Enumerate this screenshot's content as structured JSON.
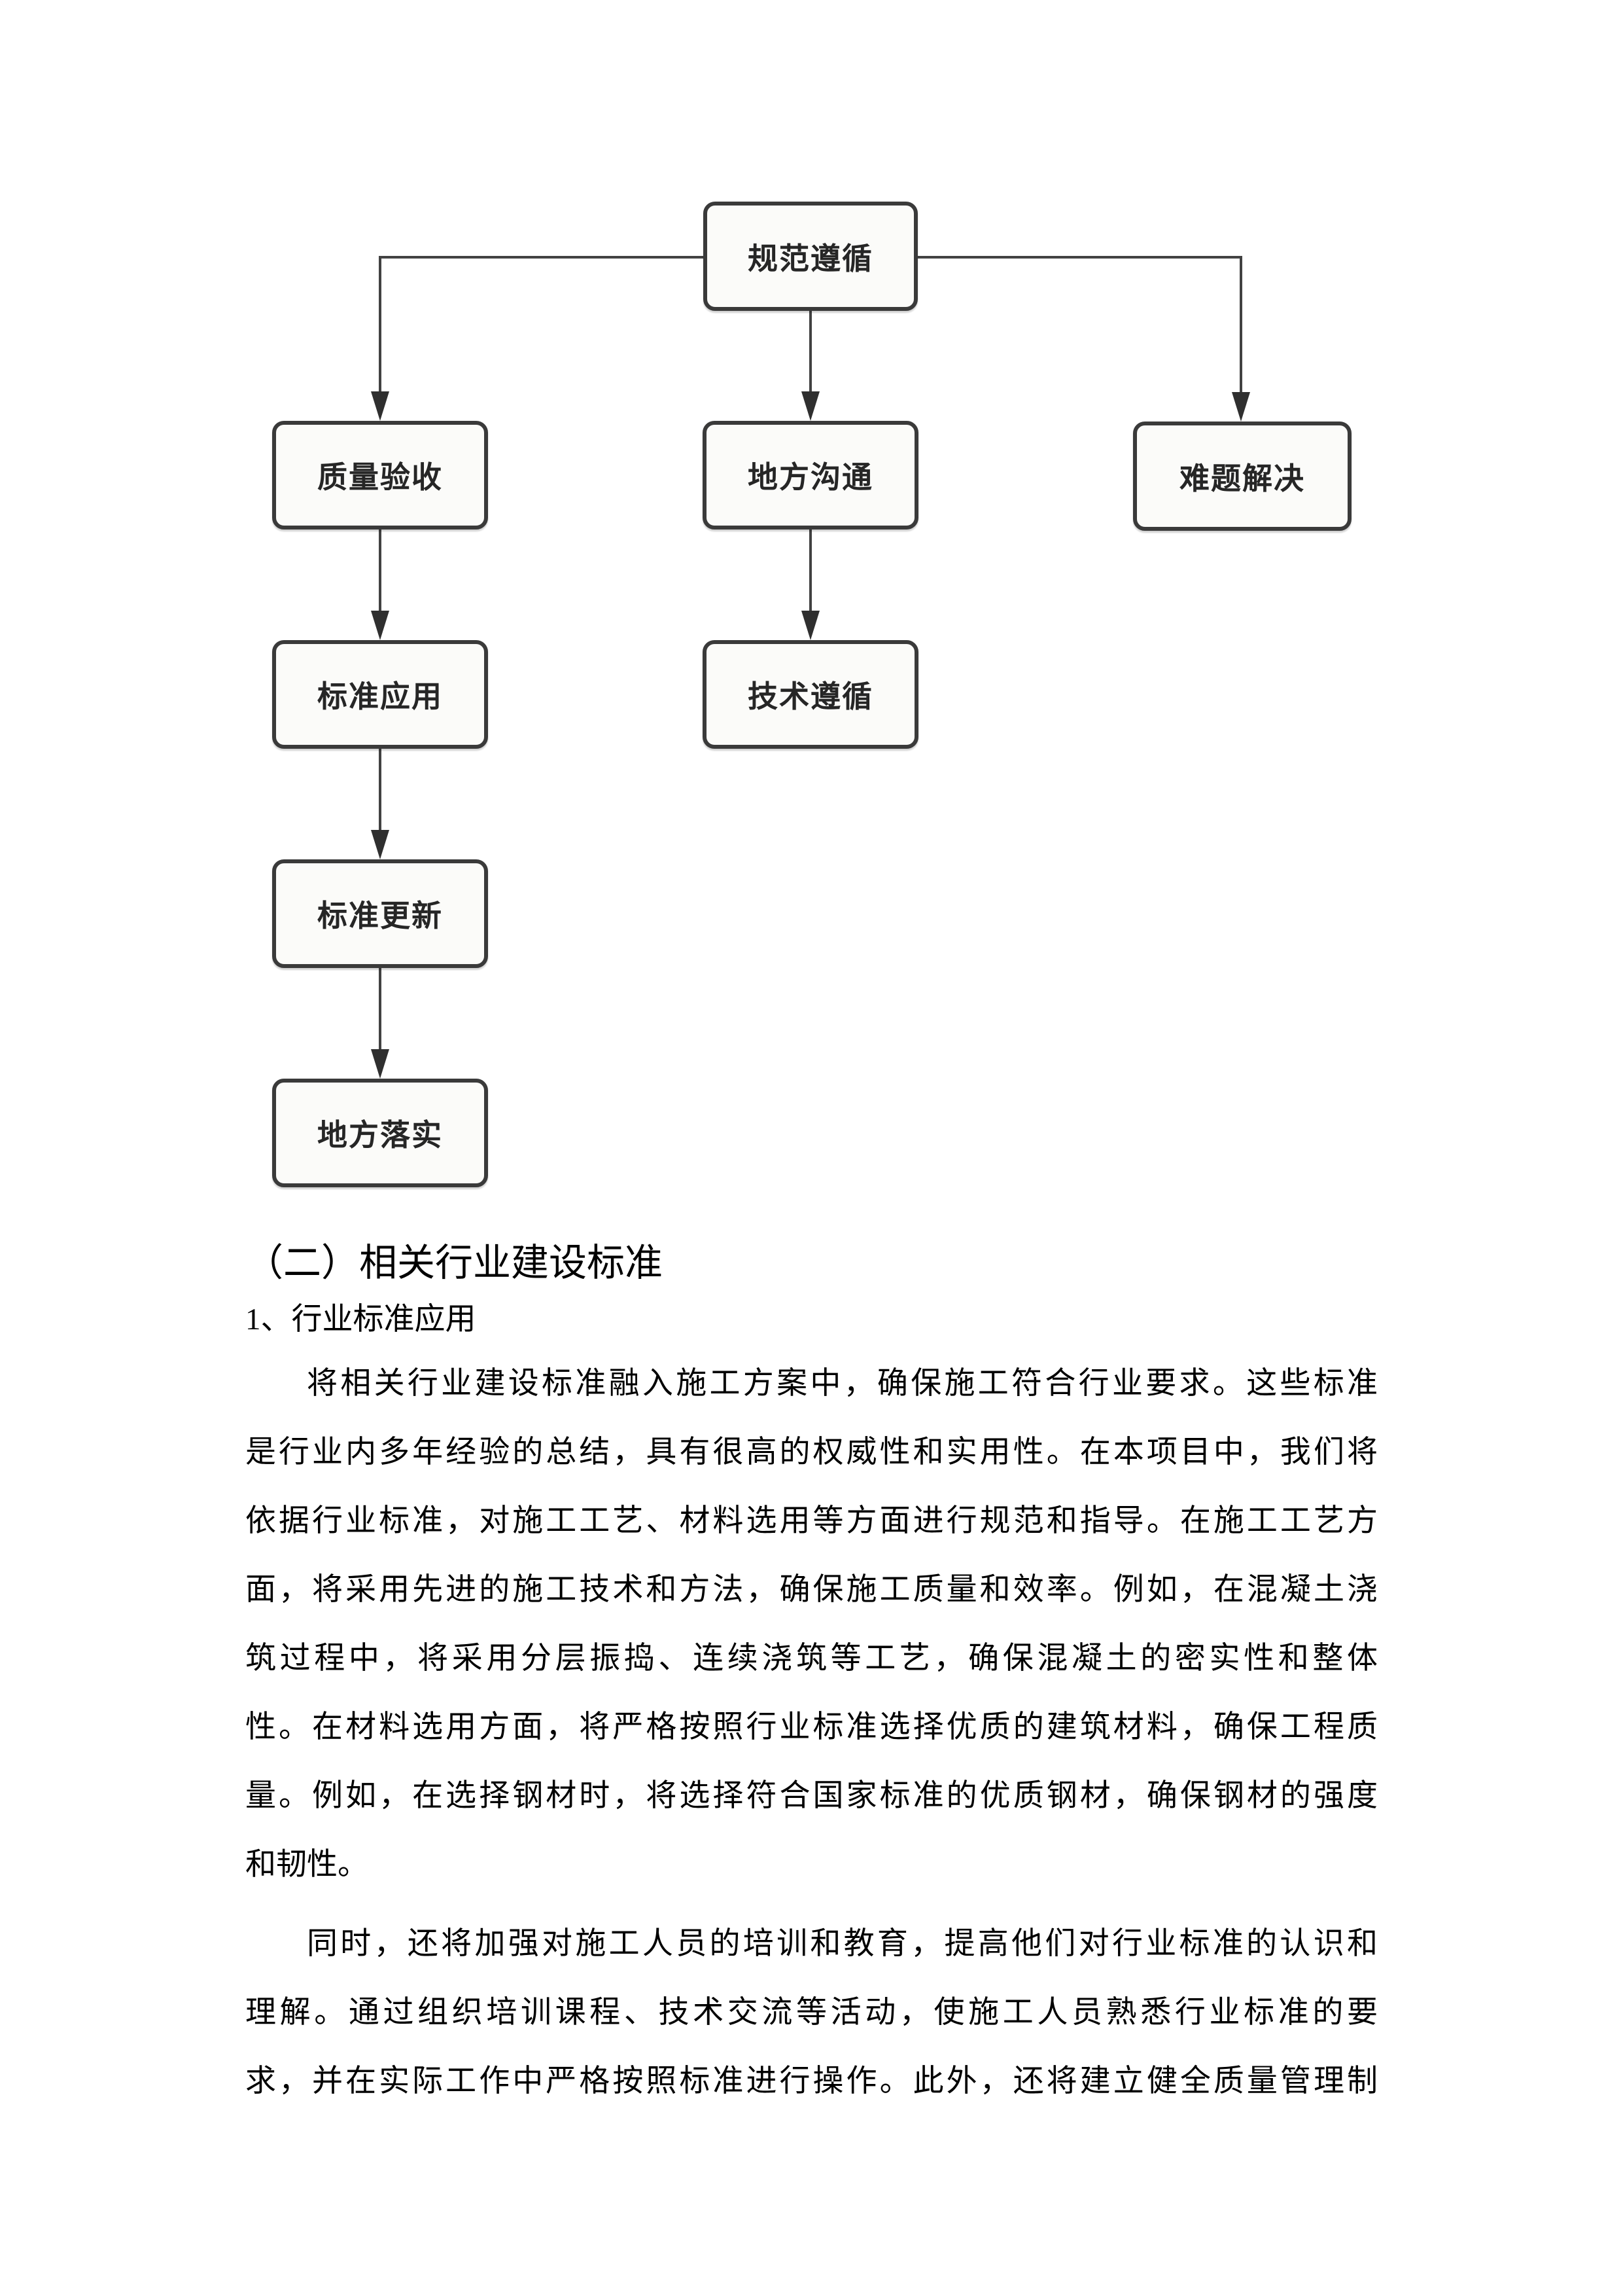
{
  "document": {
    "section_heading": "（二）相关行业建设标准",
    "subsection_heading": "1、行业标准应用",
    "paragraphs": [
      {
        "lines": [
          "将相关行业建设标准融入施工方案中，确保施工符合行业要求。这些标准",
          "是行业内多年经验的总结，具有很高的权威性和实用性。在本项目中，我们将",
          "依据行业标准，对施工工艺、材料选用等方面进行规范和指导。在施工工艺方",
          "面，将采用先进的施工技术和方法，确保施工质量和效率。例如，在混凝土浇",
          "筑过程中，将采用分层振捣、连续浇筑等工艺，确保混凝土的密实性和整体",
          "性。在材料选用方面，将严格按照行业标准选择优质的建筑材料，确保工程质",
          "量。例如，在选择钢材时，将选择符合国家标准的优质钢材，确保钢材的强度",
          "和韧性。"
        ]
      },
      {
        "lines": [
          "同时，还将加强对施工人员的培训和教育，提高他们对行业标准的认识和",
          "理解。通过组织培训课程、技术交流等活动，使施工人员熟悉行业标准的要",
          "求，并在实际工作中严格按照标准进行操作。此外，还将建立健全质量管理制"
        ]
      }
    ]
  },
  "flowchart": {
    "nodes": [
      {
        "id": "spec-compliance",
        "label": "规范遵循"
      },
      {
        "id": "quality-acceptance",
        "label": "质量验收"
      },
      {
        "id": "local-communication",
        "label": "地方沟通"
      },
      {
        "id": "problem-solving",
        "label": "难题解决"
      },
      {
        "id": "standard-application",
        "label": "标准应用"
      },
      {
        "id": "technical-compliance",
        "label": "技术遵循"
      },
      {
        "id": "standard-update",
        "label": "标准更新"
      },
      {
        "id": "local-implementation",
        "label": "地方落实"
      }
    ],
    "edges": [
      {
        "from": "规范遵循",
        "to": "质量验收"
      },
      {
        "from": "规范遵循",
        "to": "地方沟通"
      },
      {
        "from": "规范遵循",
        "to": "难题解决"
      },
      {
        "from": "质量验收",
        "to": "标准应用"
      },
      {
        "from": "地方沟通",
        "to": "技术遵循"
      },
      {
        "from": "标准应用",
        "to": "标准更新"
      },
      {
        "from": "标准更新",
        "to": "地方落实"
      }
    ],
    "colors": {
      "node_border": "#3a3a3a",
      "node_fill": "#fbfbf9",
      "node_text": "#262626",
      "connector": "#424242"
    }
  }
}
